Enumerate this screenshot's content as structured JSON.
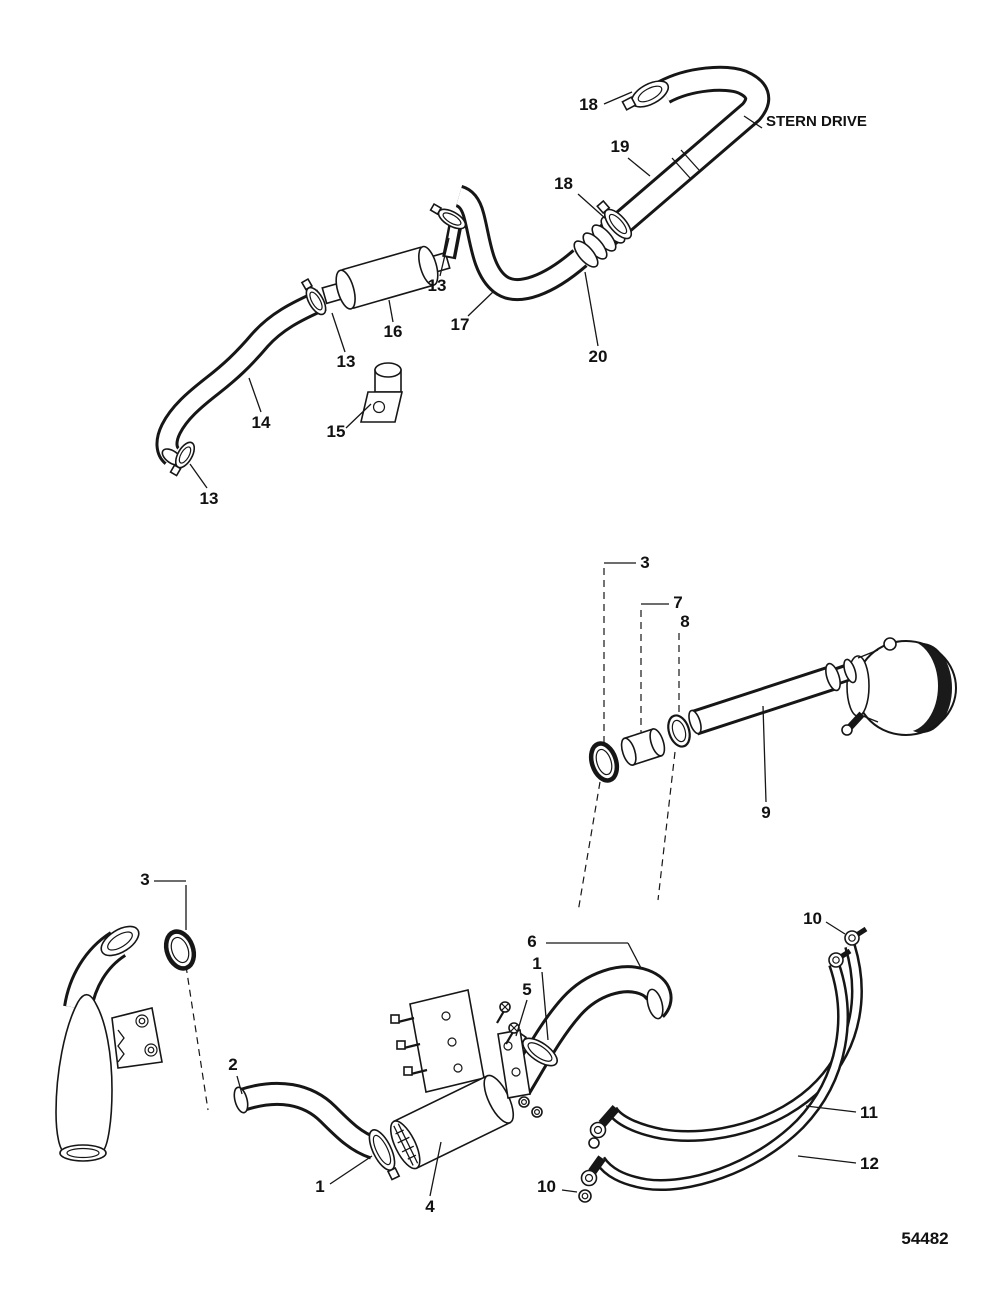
{
  "diagram": {
    "stern_drive_label": "STERN DRIVE",
    "drawing_number": "54482",
    "part_numbers_visible": [
      "1",
      "2",
      "3",
      "4",
      "5",
      "6",
      "7",
      "8",
      "9",
      "10",
      "11",
      "12",
      "13",
      "14",
      "15",
      "16",
      "17",
      "18",
      "19",
      "20"
    ]
  },
  "callouts": {
    "c18a": "18",
    "c19": "19",
    "c18b": "18",
    "c13a": "13",
    "c16": "16",
    "c17": "17",
    "c20": "20",
    "c13b": "13",
    "c14": "14",
    "c15": "15",
    "c13c": "13",
    "c3a": "3",
    "c7": "7",
    "c8": "8",
    "c9": "9",
    "c3b": "3",
    "c10a": "10",
    "c6": "6",
    "c1a": "1",
    "c5": "5",
    "c2": "2",
    "c1b": "1",
    "c4": "4",
    "c10b": "10",
    "c11": "11",
    "c12": "12"
  }
}
